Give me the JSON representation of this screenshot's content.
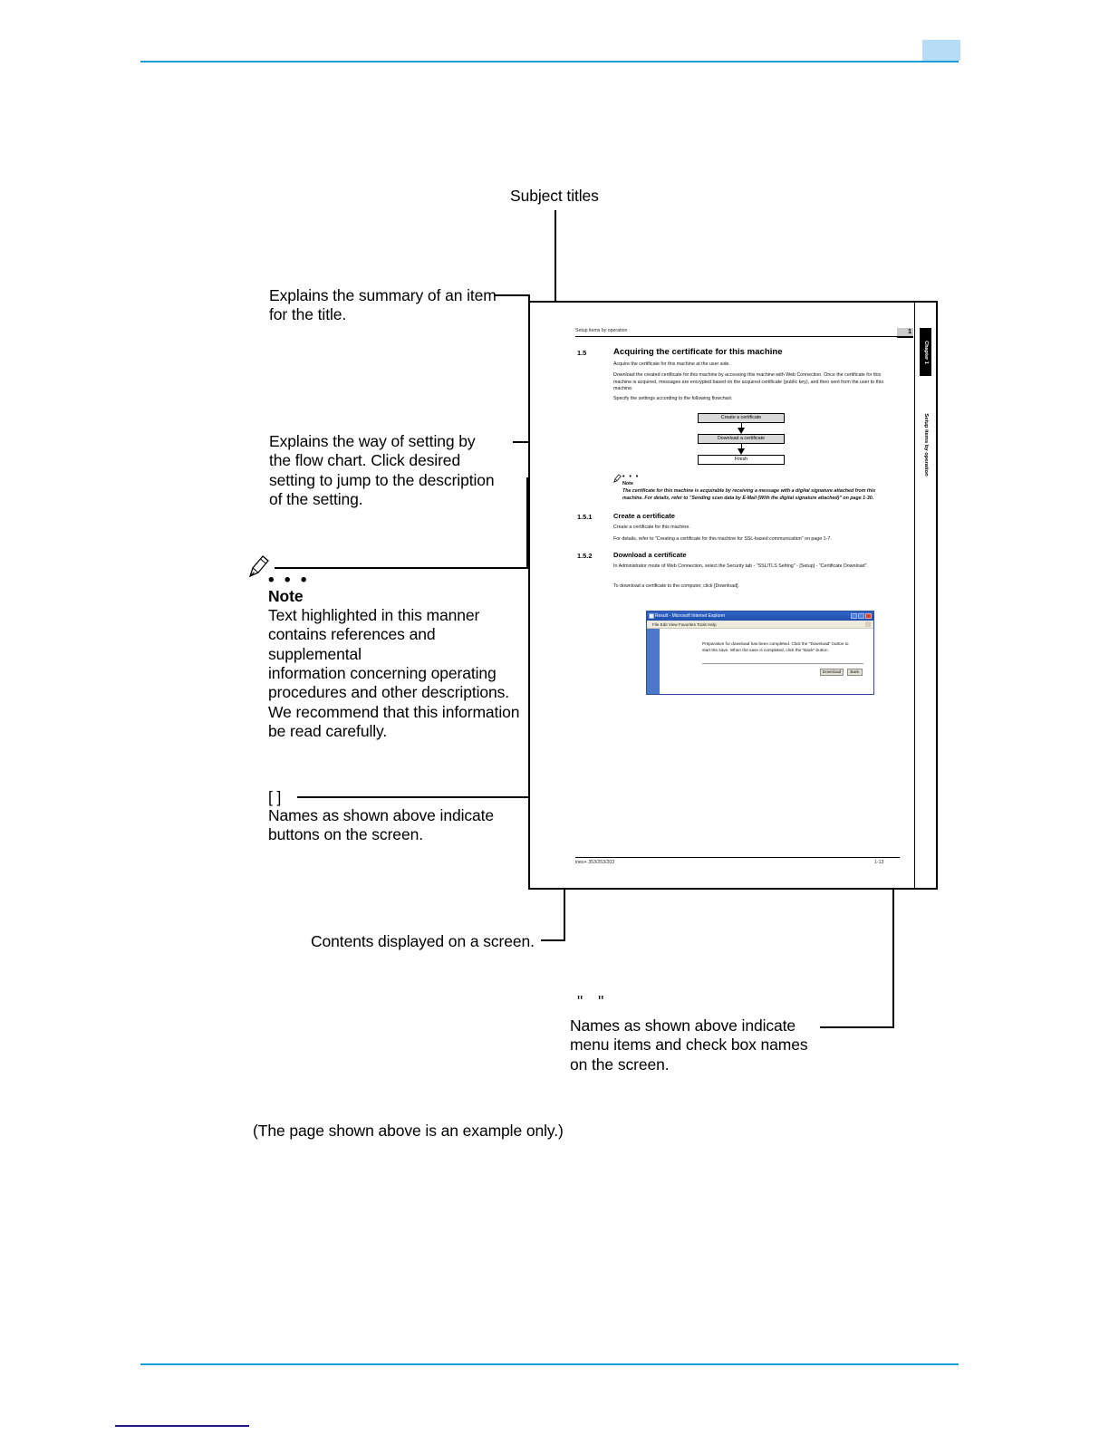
{
  "page": {
    "caption": "(The page shown above is an example only.)",
    "accent_color": "#1b9dd9",
    "header_box_color": "#b7dcf5",
    "footer_mark_color": "#1a1a8c"
  },
  "annotations": {
    "subject_titles": "Subject titles",
    "summary": "Explains the summary of an item\nfor  the title.",
    "flowchart": "Explains the way of setting by\nthe flow chart. Click desired\nsetting to jump to the description\nof the setting.",
    "note_dots": "• • •",
    "note_title": "Note",
    "note_body": "Text highlighted in this manner\ncontains references and supplemental\ninformation concerning operating\nprocedures and other descriptions.\nWe recommend that this information\nbe read carefully.",
    "bracket_symbol": "[   ]",
    "bracket_text": "Names as shown above indicate\nbuttons on the screen.",
    "contents_text": "Contents displayed on a screen.",
    "quote_symbol": "\"    \"",
    "quote_text": "Names as shown above indicate\nmenu items and check box names\non the screen."
  },
  "manual_page": {
    "running_head": "Setup items by operation",
    "page_marker": "1",
    "chapter_tab": "Chapter 1",
    "side_text": "Setup items by operation",
    "section_number": "1.5",
    "section_title": "Acquiring the certificate for this machine",
    "para1": "Acquire the certificate for this machine at the user side.",
    "para2": "Download the created certificate for this machine by accessing this machine with Web Connection. Once the certificate for this machine is acquired, messages are encrypted based on the acquired certificate (public key), and then sent from the user to this machine.",
    "para3": "Specify the settings according to the following flowchart.",
    "flowchart": {
      "steps": [
        {
          "label": "Create a certificate",
          "style": "shaded"
        },
        {
          "label": "Download a certificate",
          "style": "shaded"
        },
        {
          "label": "Finish",
          "style": "plain"
        }
      ]
    },
    "note_dots": "• • •",
    "note_label": "Note",
    "note_text": "The certificate for this machine is acquirable by receiving a message with a digital signature attached from this machine. For details, refer to \"Sending scan data by E-Mail (With the digital signature attached)\" on page 1-30.",
    "sub1": {
      "number": "1.5.1",
      "title": "Create a certificate",
      "para1": "Create a certificate for this machine.",
      "para2": "For details, refer to \"Creating a certificate for this machine for SSL-based communication\" on page 1-7."
    },
    "sub2": {
      "number": "1.5.2",
      "title": "Download a certificate",
      "para1": "In Administrator mode of Web Connection, select the Security tab - \"SSL/TLS Setting\" - [Setup] - \"Certificate Download\".",
      "para2": "To download a certificate to the computer, click [Download]."
    },
    "footer_left": "ineo+ 353/253/203",
    "footer_right": "1-13"
  },
  "browser": {
    "title": "Result - Microsoft Internet Explorer",
    "menu": "File   Edit   View   Favorites   Tools   Help",
    "body_text": "Preparation for download has been completed. Click the \"Download\" button to start the save. When the save is completed, click the \"Back\" button.",
    "buttons": [
      {
        "label": "Download",
        "width": "wide"
      },
      {
        "label": "Back",
        "width": "narrow"
      }
    ]
  }
}
